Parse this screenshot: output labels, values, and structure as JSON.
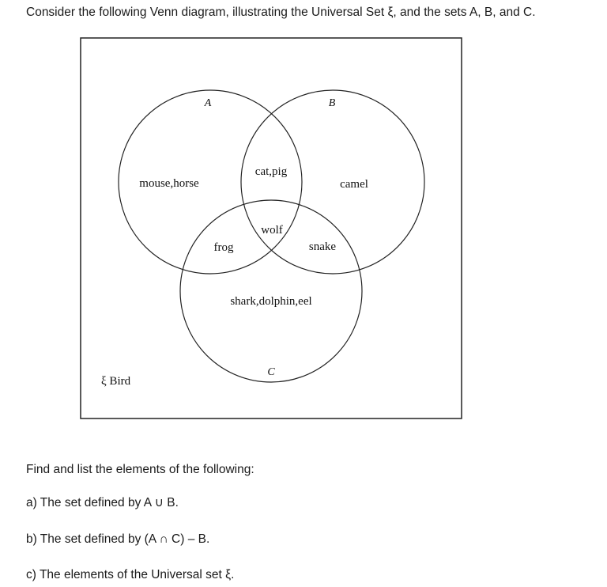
{
  "header": {
    "intro": "Consider the following Venn diagram, illustrating the Universal Set ξ, and the sets A, B, and C."
  },
  "diagram": {
    "set_labels": {
      "a": "A",
      "b": "B",
      "c": "C"
    },
    "universal_label": "ξ Bird",
    "regions": {
      "a_only": "mouse,horse",
      "a_and_b": "cat,pig",
      "b_only": "camel",
      "a_and_c": "frog",
      "a_b_c": "wolf",
      "b_and_c": "snake",
      "c_only": "shark,dolphin,eel"
    },
    "colors": {
      "stroke": "#222222",
      "background": "#ffffff"
    }
  },
  "questions": {
    "intro": "Find and list the elements of the following:",
    "a": "a) The set defined by A ∪ B.",
    "b": "b) The set defined by (A ∩ C) – B.",
    "c": "c) The elements of the Universal set ξ."
  }
}
